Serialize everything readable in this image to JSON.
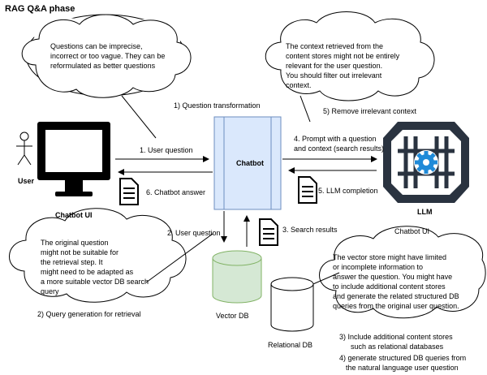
{
  "title": "RAG Q&A phase",
  "notes": {
    "top_left": [
      "Questions can be imprecise,",
      "incorrect or too vague. They can be",
      "reformulated as better questions"
    ],
    "top_right": [
      "The context retrieved from  the",
      "content stores might not be entirely",
      "relevant for the user question.",
      "You should filter out irrelevant",
      "context."
    ],
    "bottom_left": [
      "The original question",
      "might not be suitable for",
      "the retrieval step. It",
      "might need to be adapted as",
      "a more suitable vector DB search",
      "query"
    ],
    "bottom_right": [
      "The vector store might have limited",
      "or incomplete information to",
      "answer the question. You might have",
      "to include additional content stores",
      "and generate the related structured DB",
      "queries from the original user question."
    ]
  },
  "labels": {
    "user": "User",
    "chatbot_ui_left": "Chatbot UI",
    "chatbot": "Chatbot",
    "llm": "LLM",
    "chatbot_ui_right": "Chatbot UI",
    "vector_db": "Vector DB",
    "relational_db": "Relational DB"
  },
  "steps": {
    "question_transformation": "1) Question transformation",
    "user_question_1": "1. User question",
    "chatbot_answer": "6. Chatbot answer",
    "prompt_line1": "4. Prompt with a question",
    "prompt_line2": "and context (search results)",
    "llm_completion": "5. LLM completion",
    "remove_irrelevant": "5) Remove irrelevant context",
    "user_question_2": "2. User question",
    "search_results": "3. Search results",
    "query_generation": "2) Query generation for retrieval",
    "include_stores_line1": "3) Include additional content stores",
    "include_stores_line2": "such as relational databases",
    "generate_queries_line1": "4) generate structured DB queries from",
    "generate_queries_line2": "the natural language user question"
  },
  "colors": {
    "chatbot_fill": "#dae8fc",
    "chatbot_stroke": "#6c8ebf",
    "vectordb_fill": "#d5e8d4",
    "vectordb_stroke": "#82b366",
    "llm_blue": "#1f8ad8",
    "llm_dark": "#2a3340"
  },
  "icons": [
    "user-stick-figure-icon",
    "monitor-icon",
    "document-icon",
    "brain-icon",
    "gear-icon",
    "database-cylinder-icon"
  ]
}
